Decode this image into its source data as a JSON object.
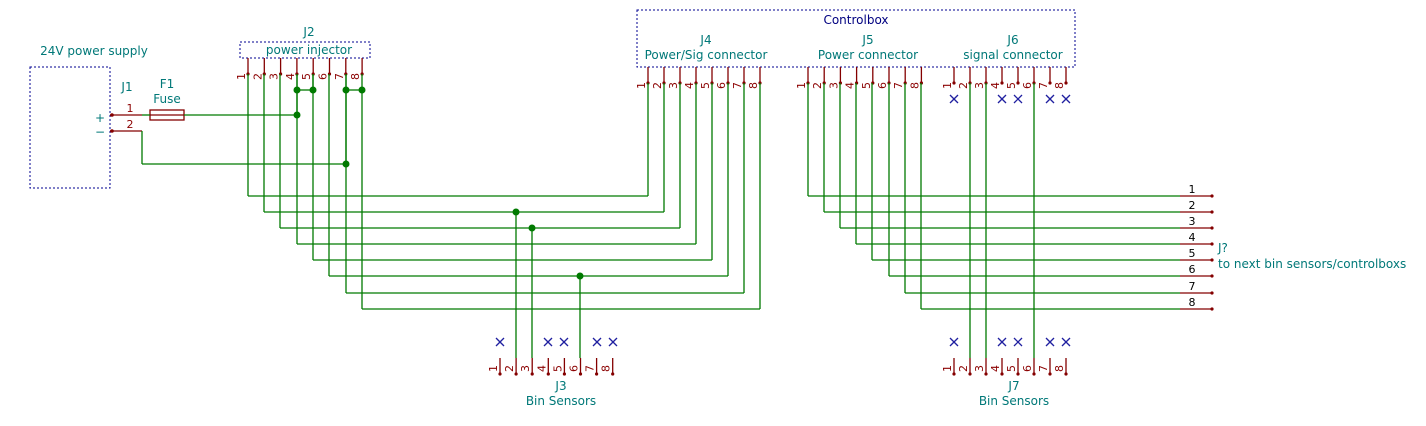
{
  "power_supply": {
    "title": "24V power supply",
    "plus": "+",
    "minus": "−"
  },
  "j1": {
    "ref": "J1",
    "pins": [
      "1",
      "2"
    ]
  },
  "fuse": {
    "ref": "F1",
    "value": "Fuse"
  },
  "j2": {
    "ref": "J2",
    "value": "power injector",
    "pins": [
      "1",
      "2",
      "3",
      "4",
      "5",
      "6",
      "7",
      "8"
    ]
  },
  "controlbox": {
    "title": "Controlbox"
  },
  "j4": {
    "ref": "J4",
    "value": "Power/Sig connector",
    "pins": [
      "1",
      "2",
      "3",
      "4",
      "5",
      "6",
      "7",
      "8"
    ]
  },
  "j5": {
    "ref": "J5",
    "value": "Power connector",
    "pins": [
      "1",
      "2",
      "3",
      "4",
      "5",
      "6",
      "7",
      "8"
    ]
  },
  "j6": {
    "ref": "J6",
    "value": "signal connector",
    "pins": [
      "1",
      "2",
      "3",
      "4",
      "5",
      "6",
      "7",
      "8"
    ]
  },
  "j3": {
    "ref": "J3",
    "value": "Bin Sensors",
    "pins": [
      "1",
      "2",
      "3",
      "4",
      "5",
      "6",
      "7",
      "8"
    ]
  },
  "j7": {
    "ref": "J7",
    "value": "Bin Sensors",
    "pins": [
      "1",
      "2",
      "3",
      "4",
      "5",
      "6",
      "7",
      "8"
    ]
  },
  "jnext": {
    "ref": "J?",
    "value": "to next bin sensors/controlboxs",
    "pins": [
      "1",
      "2",
      "3",
      "4",
      "5",
      "6",
      "7",
      "8"
    ]
  },
  "colors": {
    "wire": "#007a00",
    "pin": "#840000",
    "box": "#000090",
    "label": "#007878",
    "no_connect": "#2020a0"
  },
  "no_connect_icon": "x-mark"
}
